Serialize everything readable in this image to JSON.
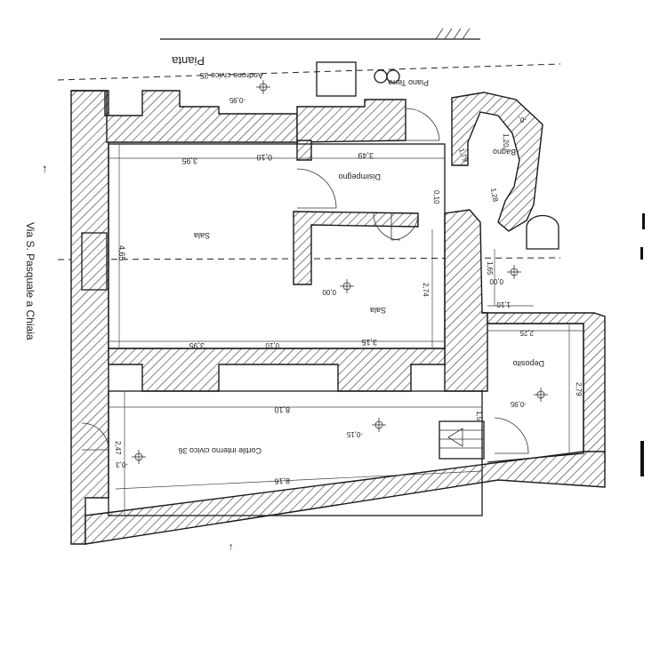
{
  "title": "Pianta",
  "street": "Via S. Pasquale a Chiaia",
  "level_label": "Piano Terra",
  "rooms": {
    "androne": "Androne civico 35",
    "disimpegno": "Disimpegno",
    "sala_upper": "Sala",
    "sala_lower": "Sala",
    "bagno": "Bagno",
    "deposito": "Deposito",
    "cortile": "Cortile interno civico 36"
  },
  "levels": {
    "androne": "-0,95",
    "sala": "0,00",
    "bagno": "0,00",
    "deposito": "-0,95",
    "cortile_center": "-0,15",
    "cortile_left": "-0,3",
    "bagno_small": "-0,"
  },
  "dimensions": {
    "top_left": "3,95",
    "top_wall": "0,10",
    "top_right": "3,49",
    "left_height": "4,65",
    "door_upper": "0,10",
    "corridor": "1,79",
    "bagno_width": "1,20",
    "bagno_passage": "1,28",
    "center_height": "2,74",
    "right_small": "1,65",
    "bottom_left": "3,95",
    "bottom_wall": "0,10",
    "bottom_right": "3,15",
    "small_width": "1,10",
    "deposito_width": "2,25",
    "deposito_height": "2,79",
    "cortile_top": "8,10",
    "cortile_bottom": "8,16",
    "cortile_left": "2,47",
    "cortile_step": "1,5"
  },
  "arrow_symbols": {
    "left": "←",
    "bottom": "←"
  }
}
